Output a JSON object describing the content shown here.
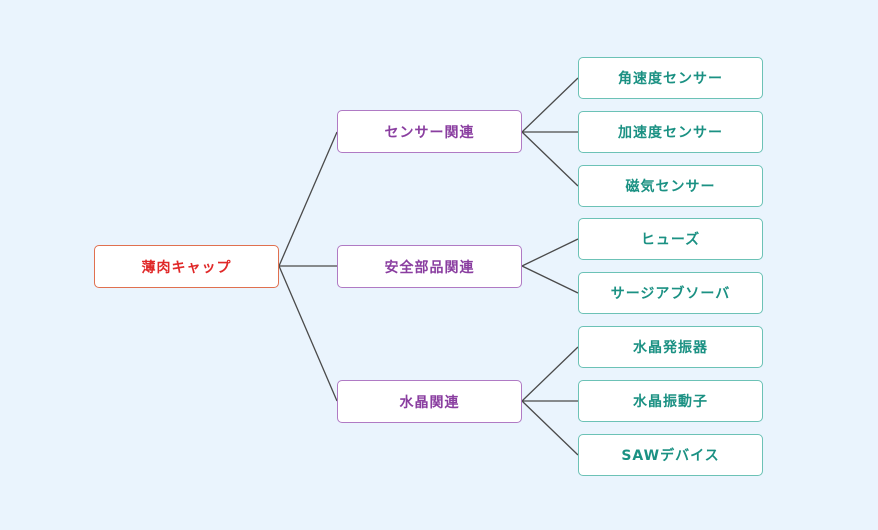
{
  "colors": {
    "background": "#eaf4fd",
    "root_border": "#e0704f",
    "root_text": "#e02828",
    "category_border": "#b07ac4",
    "category_text": "#8a3ea0",
    "leaf_border": "#6cc2b6",
    "leaf_text": "#1b9183",
    "connector": "#4a4a4a"
  },
  "root": {
    "label": "薄肉キャップ"
  },
  "categories": [
    {
      "label": "センサー関連",
      "children": [
        "角速度センサー",
        "加速度センサー",
        "磁気センサー"
      ]
    },
    {
      "label": "安全部品関連",
      "children": [
        "ヒューズ",
        "サージアブソーバ"
      ]
    },
    {
      "label": "水晶関連",
      "children": [
        "水晶発振器",
        "水晶振動子",
        "SAWデバイス"
      ]
    }
  ]
}
